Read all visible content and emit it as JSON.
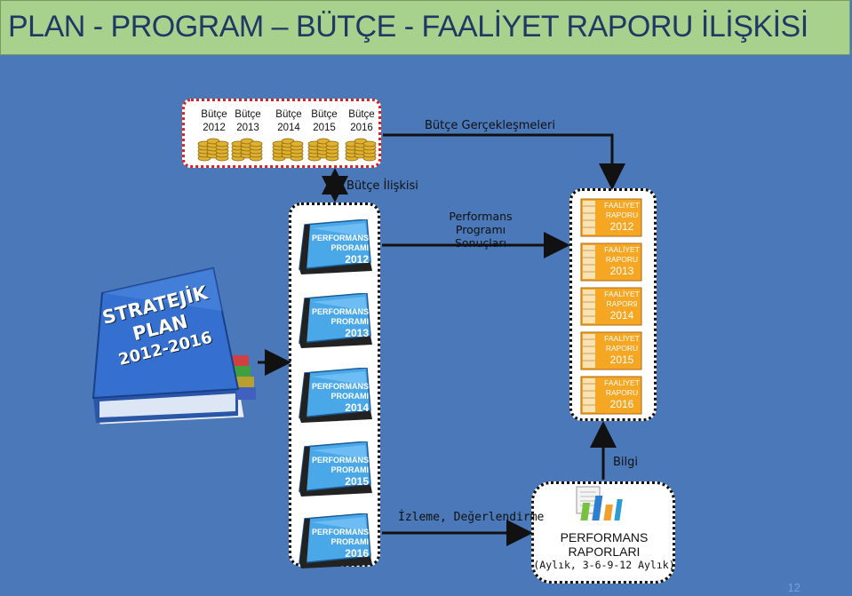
{
  "title": "PLAN - PROGRAM – BÜTÇE - FAALİYET RAPORU İLİŞKİSİ",
  "budgets": [
    {
      "label": "Bütçe",
      "year": "2012"
    },
    {
      "label": "Bütçe",
      "year": "2013"
    },
    {
      "label": "Bütçe",
      "year": "2014"
    },
    {
      "label": "Bütçe",
      "year": "2015"
    },
    {
      "label": "Bütçe",
      "year": "2016"
    }
  ],
  "labels": {
    "budget_realizations": "Bütçe Gerçekleşmeleri",
    "budget_relation": "Bütçe İlişkisi",
    "performance_results": [
      "Performans",
      "Programı",
      "Sonuçları"
    ],
    "monitoring": "İzleme, Değerlendirme",
    "info": "Bilgi"
  },
  "strategic_plan": {
    "line1": "STRATEJİK",
    "line2": "PLAN",
    "line3": "2012-2016"
  },
  "performance_programs": [
    {
      "line1": "PERFORMANS",
      "line2": "PRORAMI",
      "year": "2012"
    },
    {
      "line1": "PERFORMANS",
      "line2": "PRORAMI",
      "year": "2013"
    },
    {
      "line1": "PERFORMANS",
      "line2": "PRORAMI",
      "year": "2014"
    },
    {
      "line1": "PERFORMANS",
      "line2": "PRORAMI",
      "year": "2015"
    },
    {
      "line1": "PERFORMANS",
      "line2": "PRORAMI",
      "year": "2016"
    }
  ],
  "activity_reports": [
    {
      "line1": "FAALİYET",
      "line2": "RAPORU",
      "year": "2012"
    },
    {
      "line1": "FAALİYET",
      "line2": "RAPORU",
      "year": "2013"
    },
    {
      "line1": "FAALİYET",
      "line2": "RAPOR9",
      "year": "2014"
    },
    {
      "line1": "FAALİYET",
      "line2": "RAPORU",
      "year": "2015"
    },
    {
      "line1": "FAALİYET",
      "line2": "RAPORU",
      "year": "2016"
    }
  ],
  "perf_reports": {
    "line1": "PERFORMANS",
    "line2": "RAPORLARI",
    "line3": "(Aylık, 3-6-9-12 Aylık)"
  },
  "page_number": "12"
}
